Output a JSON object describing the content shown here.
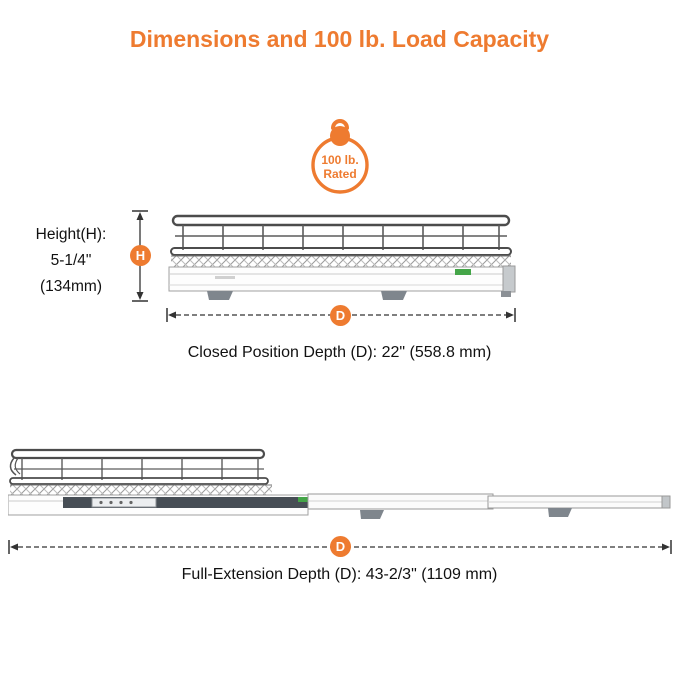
{
  "page": {
    "title": "Dimensions and 100 lb. Load Capacity"
  },
  "badge": {
    "line1": "100 lb.",
    "line2": "Rated"
  },
  "closed_view": {
    "height_label": {
      "line1": "Height(H):",
      "line2": "5-1/4\"",
      "line3": "(134mm)"
    },
    "height_marker": "H",
    "depth_marker": "D",
    "caption": "Closed Position Depth (D): 22\" (558.8 mm)"
  },
  "extended_view": {
    "depth_marker": "D",
    "caption": "Full-Extension Depth (D): 43-2/3\" (1109 mm)"
  },
  "colors": {
    "accent_orange": "#ee7b30",
    "dimension_line": "#333333",
    "text": "#111111",
    "shelf_wire_gray": "#4c4c4c",
    "sticker_green": "#44a548"
  }
}
